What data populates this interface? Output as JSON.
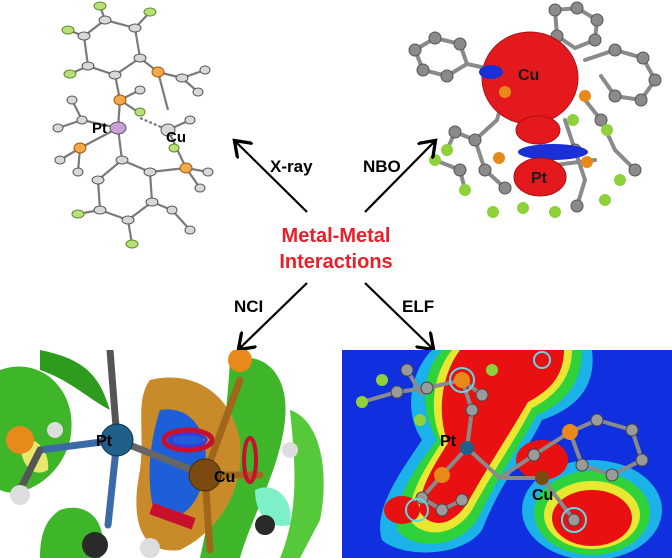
{
  "center": {
    "line1": "Metal-Metal",
    "line2": "Interactions",
    "color": "#e8202a"
  },
  "arrows": {
    "xray": "X-ray",
    "nbo": "NBO",
    "nci": "NCI",
    "elf": "ELF"
  },
  "panels": {
    "xray": {
      "pt_label": "Pt",
      "cu_label": "Cu"
    },
    "nbo": {
      "pt_label": "Pt",
      "cu_label": "Cu"
    },
    "nci": {
      "pt_label": "Pt",
      "cu_label": "Cu"
    },
    "elf": {
      "pt_label": "Pt",
      "cu_label": "Cu"
    }
  },
  "colors": {
    "nbo_orbital": "#e3191d",
    "nbo_bond": "#1a2fd6",
    "fluorine": "#8fd13a",
    "phosphorus": "#e88a1a",
    "nci_surface": "#3fb52a",
    "elf_background": "#1030e0",
    "elf_high": "#e81010"
  }
}
